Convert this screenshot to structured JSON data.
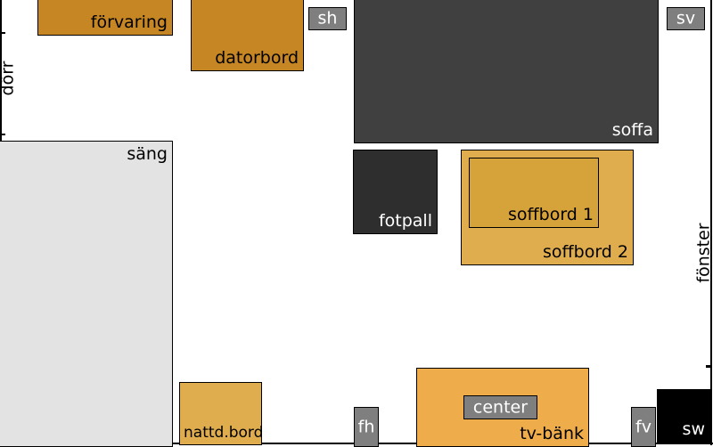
{
  "walls": {
    "door_label": "dörr",
    "window_label": "fönster"
  },
  "items": {
    "forvaring": "förvaring",
    "datorbord": "datorbord",
    "sh": "sh",
    "soffa": "soffa",
    "sv": "sv",
    "sang": "säng",
    "fotpall": "fotpall",
    "soffbord1": "soffbord 1",
    "soffbord2": "soffbord 2",
    "nattdbord": "nattd.bord",
    "fh": "fh",
    "tvbank": "tv-bänk",
    "center": "center",
    "fv": "fv",
    "sw": "sw"
  },
  "colors": {
    "wood_dark": "#c68624",
    "wood_light": "#e0ad4e",
    "wood_mid": "#d6a23a",
    "tv_bench": "#eead4a",
    "sofa": "#404040",
    "stool": "#2e2e2e",
    "speaker": "#7f7f7f",
    "subwoofer": "#000000",
    "bed": "#e3e3e3"
  }
}
